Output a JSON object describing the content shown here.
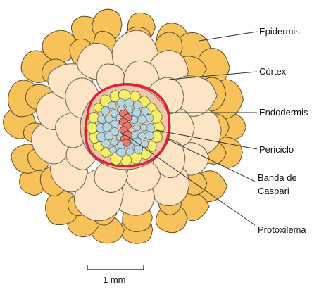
{
  "labels": {
    "epidermis": "Epidermis",
    "cortex": "Córtex",
    "endodermis": "Endodermis",
    "pericycle": "Periciclo",
    "caspari_line1": "Banda de",
    "caspari_line2": "Caspari",
    "protoxylem": "Protoxilema"
  },
  "scale_bar": {
    "label": "1 mm"
  },
  "colors": {
    "epidermis": "#f7c25a",
    "cortex": "#fde4c5",
    "endodermis": "#eec7aa",
    "caspari_band": "#e0203a",
    "pericycle": "#f5ef6a",
    "stele": "#b9d6de",
    "protoxylem": "#e87a70",
    "outline": "#444444"
  }
}
